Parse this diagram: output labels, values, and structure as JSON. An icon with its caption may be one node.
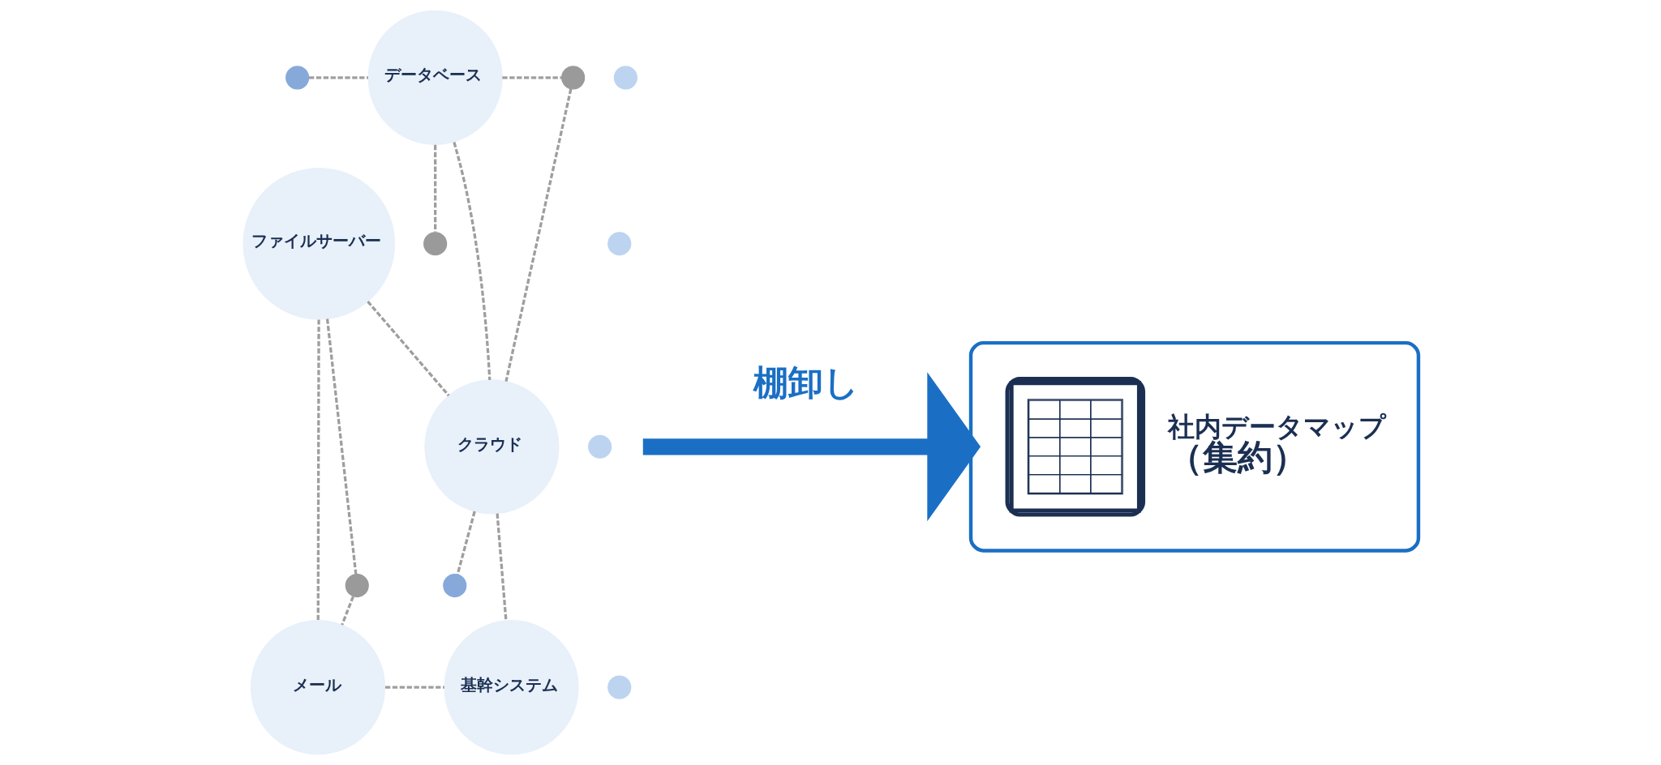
{
  "diagram": {
    "nodes": [
      {
        "text": [
          "データベース"
        ]
      },
      {
        "text": [
          "ファイルサーバー"
        ]
      },
      {
        "text": [
          "クラウド"
        ]
      },
      {
        "text": [
          "メール"
        ]
      },
      {
        "text": [
          "基幹システム"
        ]
      },
      {
        "text": [
          "社内データマップ",
          "（集約）"
        ]
      },
      {
        "text": [],
        "shape": "circle"
      },
      {
        "text": [],
        "shape": "circle"
      },
      {
        "text": [],
        "shape": "circle"
      },
      {
        "text": [],
        "shape": "circle"
      },
      {
        "text": [],
        "shape": "circle"
      },
      {
        "text": [],
        "shape": "circle"
      },
      {
        "text": [],
        "shape": "circle"
      },
      {
        "text": [],
        "shape": "circle"
      },
      {
        "text": [],
        "shape": "circle"
      }
    ],
    "edges": [
      {
        "from": 6,
        "to": 0,
        "arrow": "none",
        "style": "dashed"
      },
      {
        "from": 0,
        "to": 7,
        "arrow": "none",
        "style": "dashed"
      },
      {
        "from": 7,
        "to": 2,
        "arrow": "none",
        "style": "dashed"
      },
      {
        "from": 0,
        "to": 8,
        "arrow": "none",
        "style": "dashed"
      },
      {
        "from": 0,
        "to": 2,
        "arrow": "none",
        "style": "dashed"
      },
      {
        "from": 1,
        "to": 2,
        "arrow": "none",
        "style": "dashed"
      },
      {
        "from": 1,
        "to": 9,
        "arrow": "none",
        "style": "dashed"
      },
      {
        "from": 1,
        "to": 3,
        "arrow": "none",
        "style": "dashed"
      },
      {
        "from": 9,
        "to": 3,
        "arrow": "none",
        "style": "dashed"
      },
      {
        "from": 2,
        "to": 10,
        "arrow": "none",
        "style": "dashed"
      },
      {
        "from": 2,
        "to": 4,
        "arrow": "none",
        "style": "dashed"
      },
      {
        "from": 3,
        "to": 4,
        "arrow": "none",
        "style": "dashed"
      },
      {
        "from": null,
        "to": 5,
        "arrow": "to",
        "label": "棚卸し",
        "style": "thick",
        "color": "#1a6fc4"
      }
    ]
  }
}
